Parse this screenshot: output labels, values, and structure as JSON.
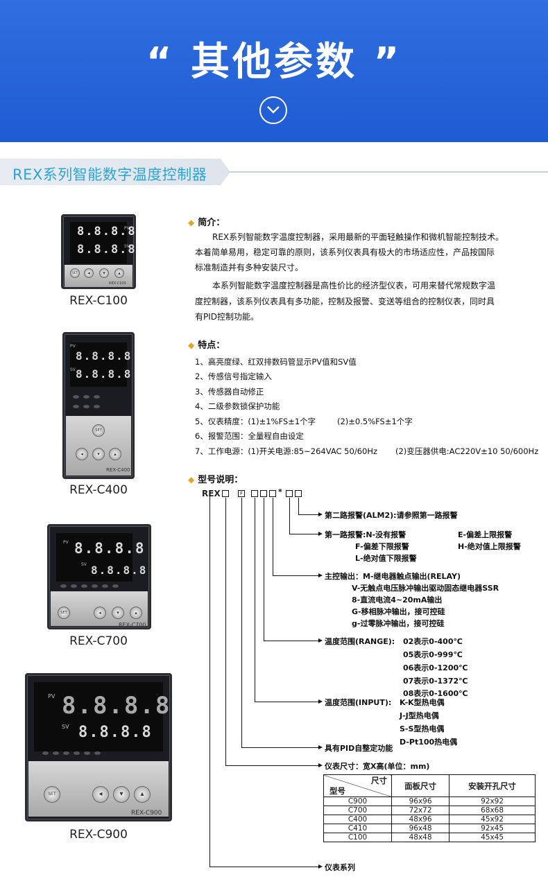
{
  "banner": {
    "title": "“ 其他参数 ”"
  },
  "section": {
    "title": "REX系列智能数字温度控制器"
  },
  "devices": [
    {
      "caption": "REX-C100",
      "pv": "8.8.8.8",
      "sv": "8.8.8.8",
      "pv_tag": "PV",
      "sv_tag": "SV",
      "model": "REX-C100",
      "set": "SET"
    },
    {
      "caption": "REX-C400",
      "pv": "8.8.8.8",
      "sv": "8.8.8.8",
      "pv_tag": "PV",
      "sv_tag": "SV",
      "model": "REX-C400",
      "set": "SET"
    },
    {
      "caption": "REX-C700",
      "pv": "8.8.8.8",
      "sv": "8.8.8.8",
      "pv_tag": "PV",
      "sv_tag": "SV",
      "model": "REX-C700",
      "set": "SET"
    },
    {
      "caption": "REX-C900",
      "pv": "8.8.8.8",
      "sv": "8.8.8.8",
      "pv_tag": "PV",
      "sv_tag": "SV",
      "model": "REX-C900",
      "set": "SET"
    }
  ],
  "intro": {
    "heading": "简介：",
    "p1_l1": "REX系列智能数字温度控制器，采用最新的平面轻触操作和微机智能控制技术。",
    "p1_l2": "本着简单易用，稳定可靠的原则，该系列仪表具有极大的市场适应性，产品按国际",
    "p1_l3": "标准制造并有多种安装尺寸。",
    "p2_l1": "本系列智能数字温度控制器是高性价比的经济型仪表，可用来替代常规数字温",
    "p2_l2": "度控制器，该系列仪表具有多功能，控制及报警、变送等组合的控制仪表，同时具",
    "p2_l3": "有PID控制功能。"
  },
  "features": {
    "heading": "特点：",
    "items": [
      "1、高亮度绿、红双排数码管显示PV值和SV值",
      "2、传感信号指定输入",
      "3、传感器自动修正",
      "4、二级参数锁保护功能",
      "5、仪表精度：(1)±1%FS±1个字",
      "6、报警范围：全量程自由设定",
      "7、工作电源：(1)开关电源:85~264VAC 50/60Hz"
    ],
    "item5b": "(2)±0.5%FS±1个字",
    "item7b": "(2)变压器供电:AC220V±10 50/600Hz"
  },
  "model": {
    "heading": "型号说明：",
    "code": "REX",
    "box_f": "F",
    "star": "*",
    "alm2": "第二路报警(ALM2):请参照第一路报警",
    "alm1": "第一路报警:N-没有报警",
    "alm1_e": "E-偏差上限报警",
    "alm1_f": "F-偏差下限报警",
    "alm1_h": "H-绝对值上限报警",
    "alm1_l": "L-绝对值下限报警",
    "out": "主控输出：M-继电器触点输出(RELAY)",
    "out_v": "V-无触点电压脉冲输出驱动固态继电器SSR",
    "out_8": "8-直流电流4~20mA输出",
    "out_g": "G-移相脉冲输出，接可控硅",
    "out_g2": "g-过零脉冲输出，接可控硅",
    "range": "温度范围(RANGE):",
    "range_02": "02表示0-400℃",
    "range_05": "05表示0-999℃",
    "range_06": "06表示0-1200℃",
    "range_07": "07表示0-1372℃",
    "range_08": "08表示0-1600℃",
    "input": "温度范围(INPUT):",
    "input_k": "K-K型热电偶",
    "input_j": "J-J型热电偶",
    "input_s": "S-S型热电偶",
    "input_d": "D-Pt100热电偶",
    "pid": "具有PID自整定功能",
    "size": "仪表尺寸：宽X高(单位：mm)",
    "series": "仪表系列"
  },
  "table": {
    "corner_top": "尺寸",
    "corner_bottom": "型号",
    "col1": "面板尺寸",
    "col2": "安装开孔尺寸",
    "rows": [
      [
        "C900",
        "96x96",
        "92x92"
      ],
      [
        "C700",
        "72x72",
        "68x68"
      ],
      [
        "C400",
        "48x96",
        "45x92"
      ],
      [
        "C410",
        "96x48",
        "92x45"
      ],
      [
        "C100",
        "48x48",
        "45x45"
      ]
    ]
  }
}
